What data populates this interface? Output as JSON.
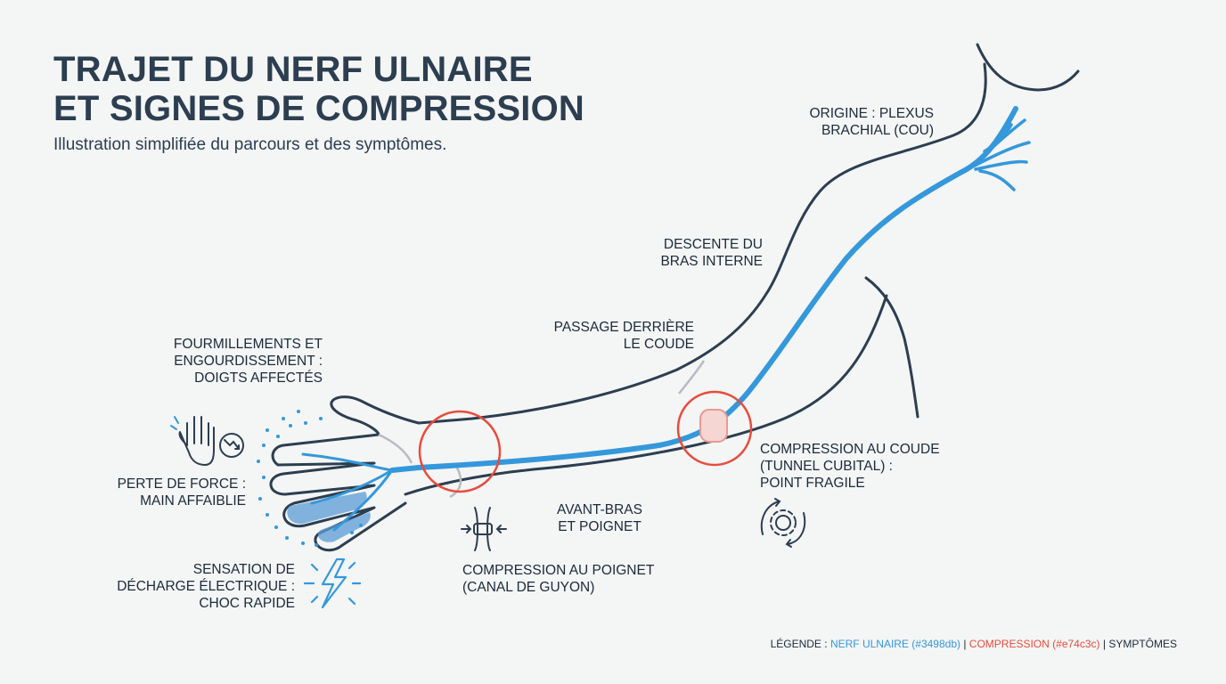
{
  "title": {
    "line1": "TRAJET DU NERF ULNAIRE",
    "line2": "ET SIGNES DE COMPRESSION"
  },
  "subtitle": "Illustration simplifiée du parcours et des symptômes.",
  "labels": {
    "origin": [
      "ORIGINE : PLEXUS",
      "BRACHIAL (COU)"
    ],
    "descent": [
      "DESCENTE DU",
      "BRAS INTERNE"
    ],
    "behind_elbow": [
      "PASSAGE DERRIÈRE",
      "LE COUDE"
    ],
    "elbow_compression": [
      "COMPRESSION AU COUDE",
      "(TUNNEL CUBITAL) :",
      "POINT FRAGILE"
    ],
    "forearm": [
      "AVANT-BRAS",
      "ET POIGNET"
    ],
    "wrist_compression": [
      "COMPRESSION AU POIGNET",
      "(CANAL DE GUYON)"
    ],
    "tingling": [
      "FOURMILLEMENTS ET",
      "ENGOURDISSEMENT :",
      "DOIGTS AFFECTÉS"
    ],
    "weakness": [
      "PERTE DE FORCE :",
      "MAIN AFFAIBLIE"
    ],
    "shock": [
      "SENSATION DE",
      "DÉCHARGE ÉLECTRIQUE :",
      "CHOC RAPIDE"
    ]
  },
  "legend": {
    "prefix": "LÉGENDE : ",
    "nerve": "NERF ULNAIRE (#3498db)",
    "sep1": " | ",
    "compression": "COMPRESSION (#e74c3c)",
    "sep2": " | ",
    "symptoms": "SYMPTÔMES"
  },
  "colors": {
    "nerve": "#3498db",
    "compression": "#e74c3c",
    "outline": "#2c3e50",
    "background": "#f4f5f5"
  },
  "icons": [
    "hand-icon",
    "decline-gauge-icon",
    "wrist-compression-icon",
    "lightning-icon",
    "gear-cycle-icon"
  ]
}
